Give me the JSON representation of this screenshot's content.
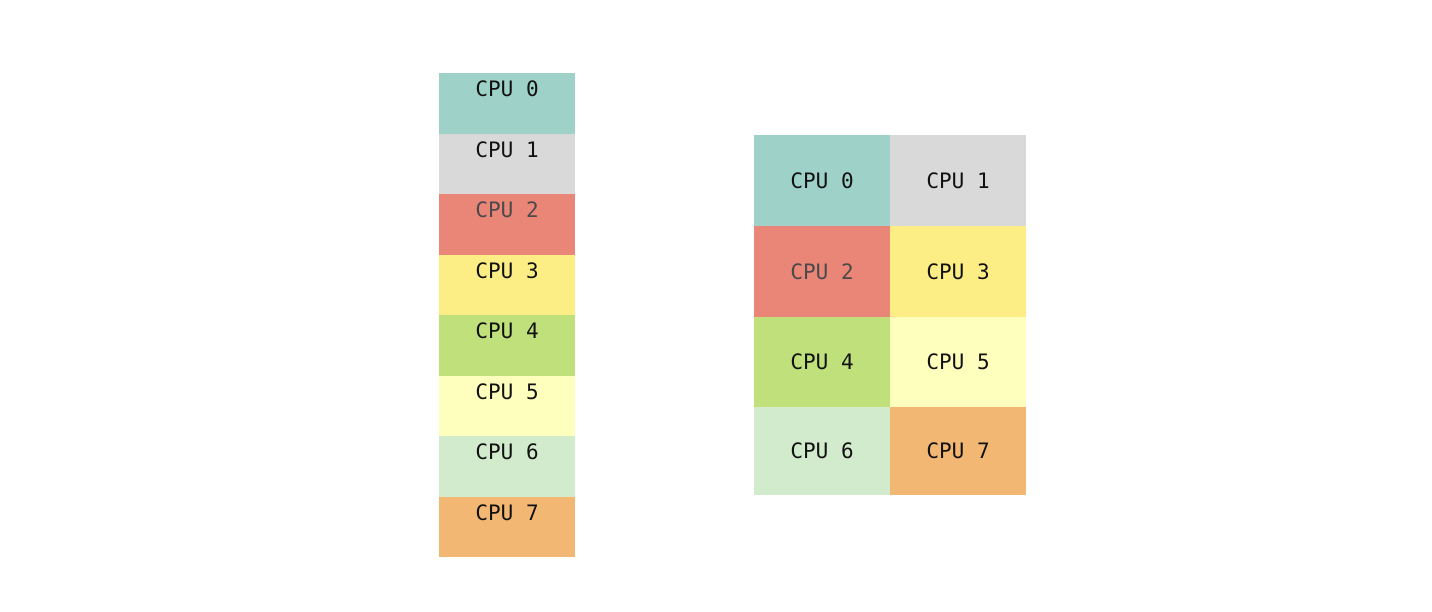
{
  "colors": {
    "cpu0": "#9ed1c8",
    "cpu1": "#d9d9d9",
    "cpu2": "#ea8677",
    "cpu3": "#fced84",
    "cpu4": "#bfe07a",
    "cpu5": "#ffffbd",
    "cpu6": "#d2ebcc",
    "cpu7": "#f2b873"
  },
  "column_layout": {
    "cells": [
      "CPU 0",
      "CPU 1",
      "CPU 2",
      "CPU 3",
      "CPU 4",
      "CPU 5",
      "CPU 6",
      "CPU 7"
    ]
  },
  "grid_layout": {
    "cells": [
      "CPU 0",
      "CPU 1",
      "CPU 2",
      "CPU 3",
      "CPU 4",
      "CPU 5",
      "CPU 6",
      "CPU 7"
    ]
  }
}
